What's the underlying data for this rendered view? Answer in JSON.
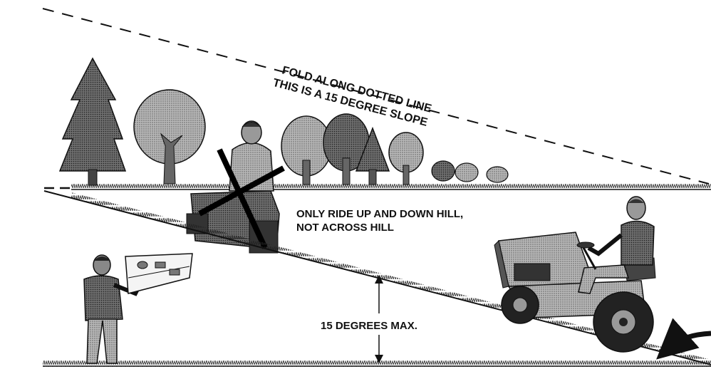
{
  "slope_label": {
    "line1": "FOLD ALONG DOTTED LINE",
    "line2": "THIS IS A 15 DEGREE SLOPE"
  },
  "instruction": {
    "line1": "ONLY RIDE UP AND DOWN HILL,",
    "line2": "NOT ACROSS HILL"
  },
  "angle_label": "15 DEGREES MAX.",
  "colors": {
    "ink": "#111111",
    "shade": "#7a7a7a",
    "light_shade": "#b5b5b5",
    "dark_shade": "#4a4a4a"
  }
}
